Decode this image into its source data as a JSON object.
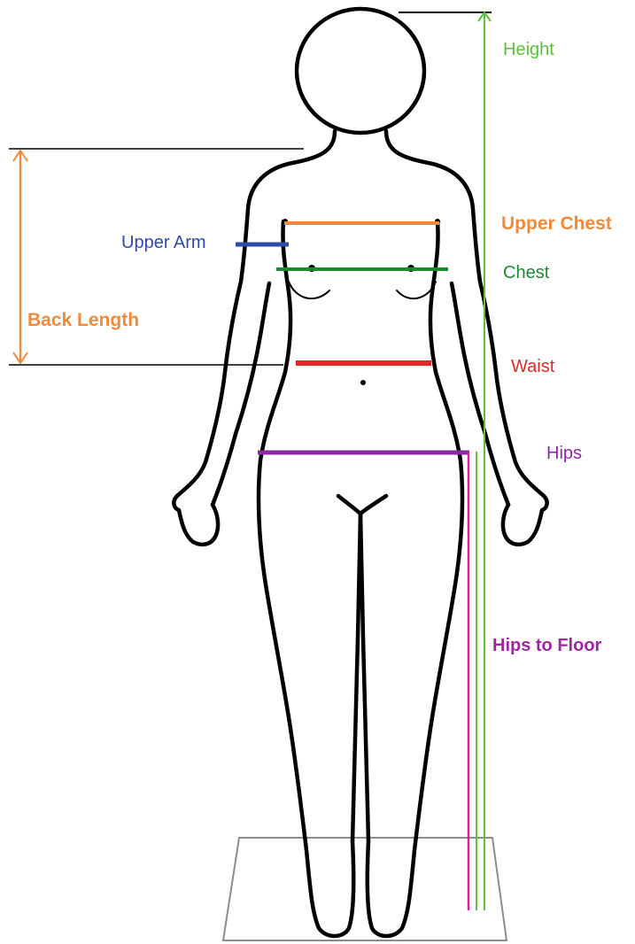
{
  "labels": {
    "height": "Height",
    "upper_chest": "Upper Chest",
    "upper_arm": "Upper Arm",
    "chest": "Chest",
    "back_length": "Back Length",
    "waist": "Waist",
    "hips": "Hips",
    "hips_to_floor": "Hips to Floor"
  },
  "colors": {
    "height": "#5cc13a",
    "upper_chest": "#f08a3c",
    "upper_arm": "#2f4aa6",
    "chest": "#1d8a33",
    "back_length": "#f08a3c",
    "waist": "#e02a2a",
    "hips": "#8a2aa0",
    "hips_to_floor": "#e0208a",
    "outline": "#000000",
    "platform": "#888888"
  }
}
